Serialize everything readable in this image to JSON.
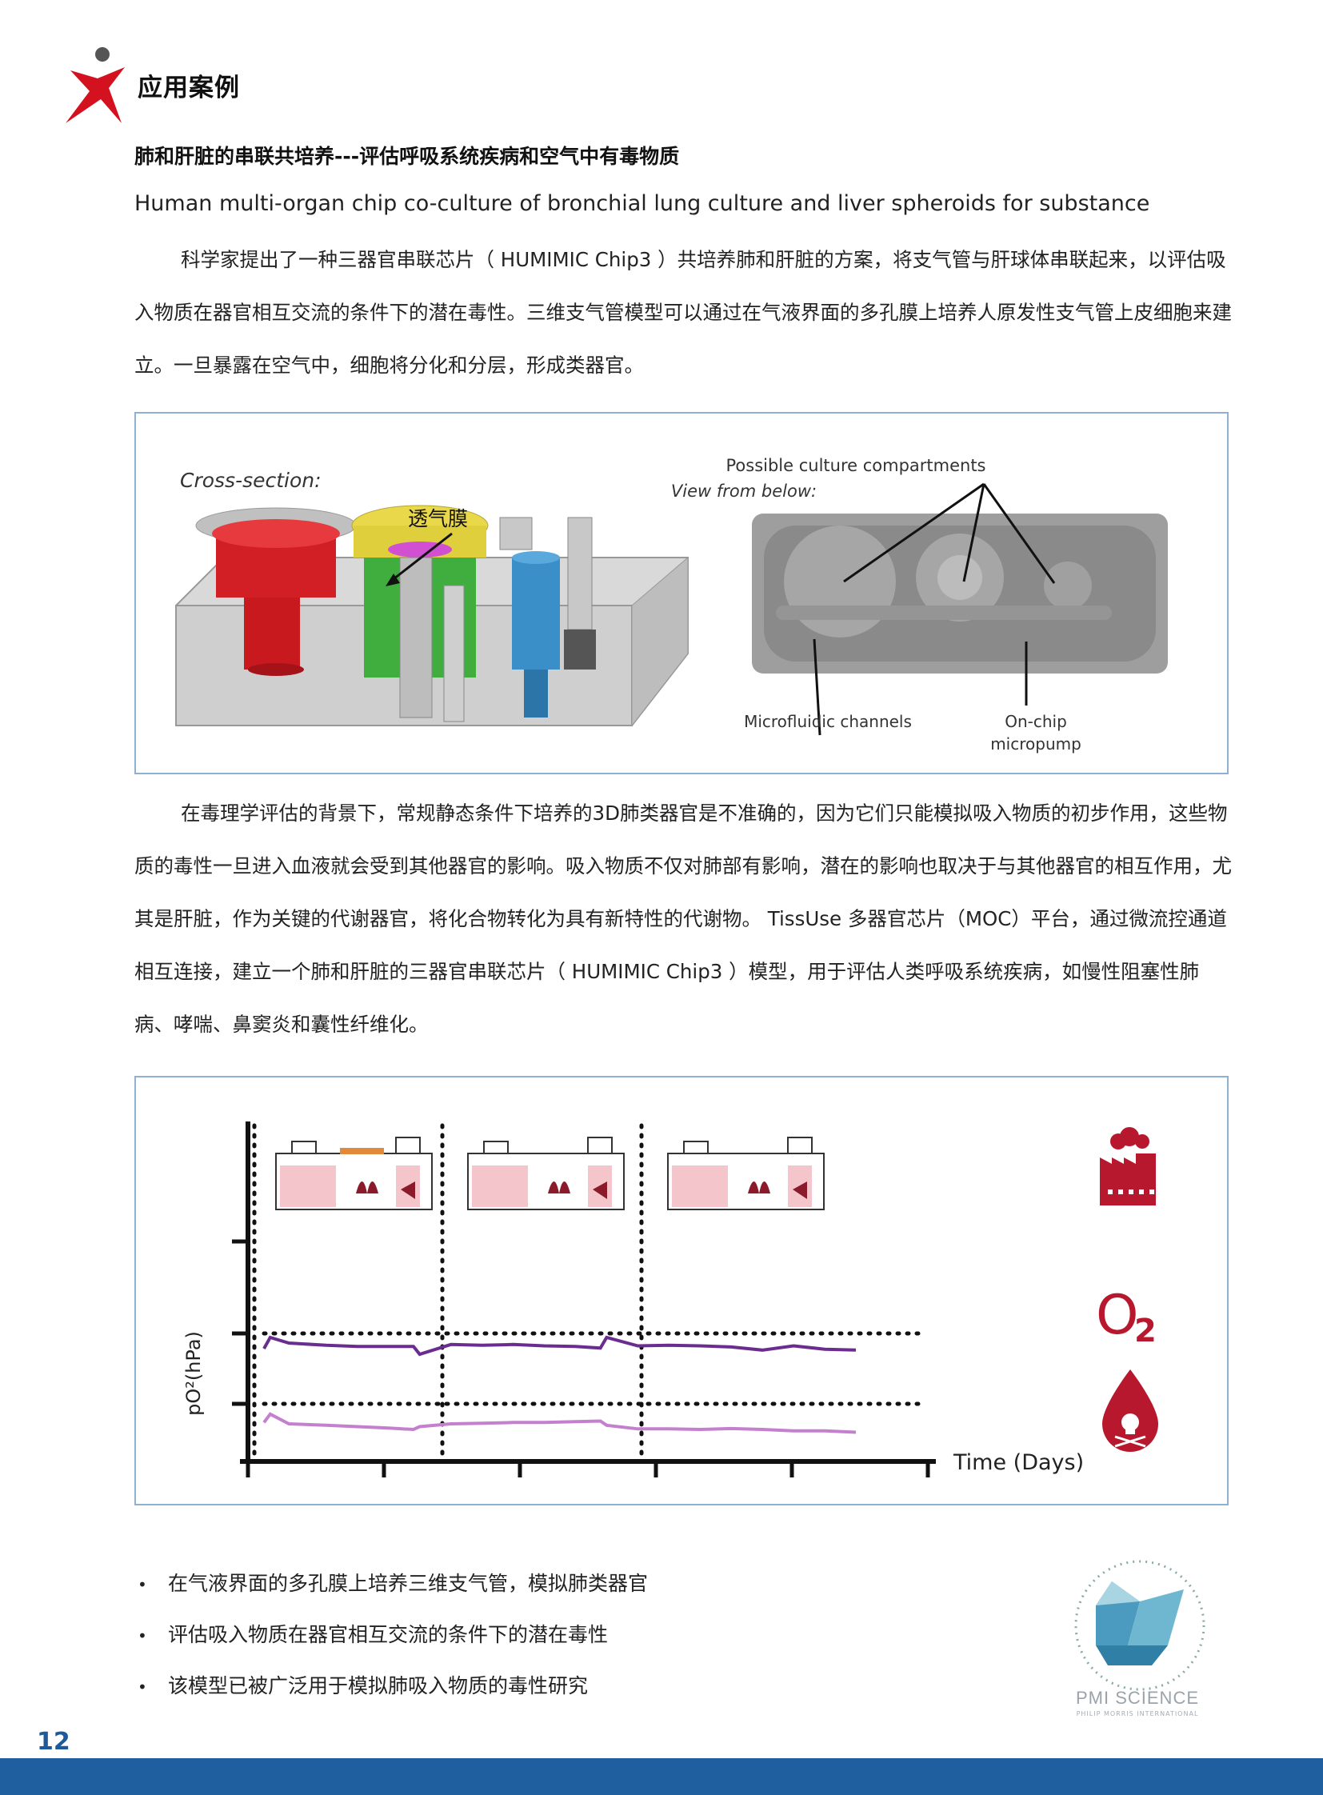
{
  "header": {
    "section_title": "应用案例"
  },
  "article": {
    "title_cn": "肺和肝脏的串联共培养---评估呼吸系统疾病和空气中有毒物质",
    "title_en": "Human multi-organ chip co-culture of bronchial lung culture and liver spheroids for substance",
    "para1": "科学家提出了一种三器官串联芯片（ HUMIMIC Chip3 ）共培养肺和肝脏的方案，将支气管与肝球体串联起来，以评估吸入物质在器官相互交流的条件下的潜在毒性。三维支气管模型可以通过在气液界面的多孔膜上培养人原发性支气管上皮细胞来建立。一旦暴露在空气中，细胞将分化和分层，形成类器官。",
    "para2": "在毒理学评估的背景下，常规静态条件下培养的3D肺类器官是不准确的，因为它们只能模拟吸入物质的初步作用，这些物质的毒性一旦进入血液就会受到其他器官的影响。吸入物质不仅对肺部有影响，潜在的影响也取决于与其他器官的相互作用，尤其是肝脏，作为关键的代谢器官，将化合物转化为具有新特性的代谢物。 TissUse 多器官芯片（MOC）平台，通过微流控通道相互连接，建立一个肺和肝脏的三器官串联芯片（ HUMIMIC Chip3 ）模型，用于评估人类呼吸系统疾病，如慢性阻塞性肺病、哮喘、鼻窦炎和囊性纤维化。"
  },
  "figure1": {
    "cross_section_label": "Cross-section:",
    "membrane_label": "透气膜",
    "view_below_label": "View from below:",
    "compartments_label": "Possible culture compartments",
    "channels_label": "Microfluidic channels",
    "pump_label_1": "On-chip",
    "pump_label_2": "micropump",
    "colors": {
      "red": "#d21f26",
      "yellow": "#e8d84a",
      "green": "#3fae3f",
      "blue": "#3b8fc8",
      "magenta": "#d14fd1"
    }
  },
  "figure2": {
    "ylabel": "pO²(hPa)",
    "xlabel": "Time (Days)",
    "o2_label": "O",
    "o2_sub": "2",
    "icons": [
      "factory-icon",
      "oxygen-icon",
      "toxic-drop-icon"
    ],
    "colors": {
      "dark_line": "#6a2d8f",
      "light_line": "#c47fcf",
      "accent": "#b8182e"
    }
  },
  "chart_data": {
    "type": "line",
    "xlabel": "Time (Days)",
    "ylabel": "pO²(hPa)",
    "x": [
      0,
      0.1,
      0.4,
      1,
      1.5,
      2,
      2.4,
      2.5,
      3,
      3.5,
      4,
      4.5,
      5,
      5.4,
      5.5,
      6,
      6.5,
      7,
      7.5,
      8,
      8.5,
      9,
      9.5
    ],
    "series": [
      {
        "values": [
          0.6,
          1.0,
          0.8,
          0.72,
          0.68,
          0.68,
          0.68,
          0.4,
          0.75,
          0.72,
          0.75,
          0.7,
          0.68,
          0.62,
          1.0,
          0.7,
          0.72,
          0.7,
          0.66,
          0.55,
          0.7,
          0.58,
          0.55
        ]
      },
      {
        "values": [
          0.25,
          0.55,
          0.2,
          0.15,
          0.1,
          0.05,
          0.0,
          0.1,
          0.2,
          0.22,
          0.25,
          0.25,
          0.28,
          0.3,
          0.15,
          0.02,
          0.02,
          0.0,
          0.03,
          0.0,
          -0.05,
          -0.05,
          -0.1
        ]
      }
    ],
    "ylim": [
      -0.5,
      3
    ],
    "grid": false
  },
  "bullets": [
    "在气液界面的多孔膜上培养三维支气管，模拟肺类器官",
    "评估吸入物质在器官相互交流的条件下的潜在毒性",
    "该模型已被广泛用于模拟肺吸入物质的毒性研究"
  ],
  "bullet_char": "•",
  "brand": {
    "name": "PMI SCIENCE",
    "sub": "PHILIP MORRIS INTERNATIONAL"
  },
  "footer": {
    "page_number": "12",
    "bar_color": "#1f5f9f"
  }
}
